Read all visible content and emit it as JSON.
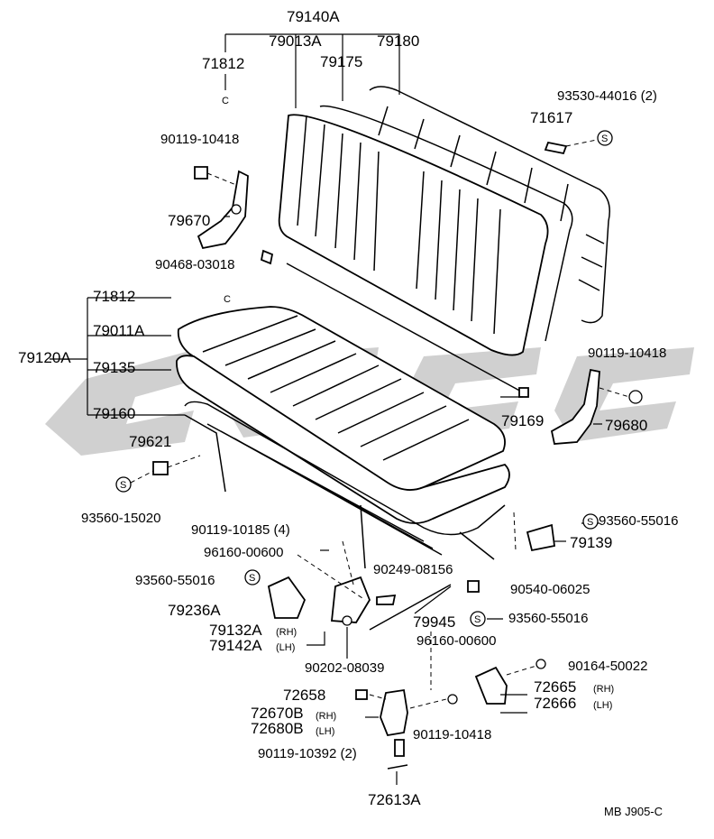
{
  "labels": {
    "p79140A": "79140A",
    "p79013A": "79013A",
    "p79180": "79180",
    "p71812_top": "71812",
    "p79175": "79175",
    "p93530": "93530-44016 (2)",
    "p71617": "71617",
    "p90119_10418_a": "90119-10418",
    "p79670": "79670",
    "p90468": "90468-03018",
    "p71812_mid": "71812",
    "p79011A": "79011A",
    "p79120A": "79120A",
    "p79135": "79135",
    "p79160": "79160",
    "p90119_10418_b": "90119-10418",
    "p79169": "79169",
    "p79680": "79680",
    "p79621": "79621",
    "p93560_15020": "93560-15020",
    "p90119_10185": "90119-10185 (4)",
    "p96160_a": "96160-00600",
    "p93560_55016_a": "93560-55016",
    "p79139": "79139",
    "p93560_55016_b": "93560-55016",
    "p90249": "90249-08156",
    "p90540": "90540-06025",
    "p79236A": "79236A",
    "p79945": "79945",
    "p93560_55016_c": "93560-55016",
    "p79132A": "79132A",
    "p79132A_rh": "(RH)",
    "p79142A": "79142A",
    "p79142A_lh": "(LH)",
    "p96160_b": "96160-00600",
    "p90202": "90202-08039",
    "p90164": "90164-50022",
    "p72658": "72658",
    "p72665": "72665",
    "p72665_rh": "(RH)",
    "p72666": "72666",
    "p72666_lh": "(LH)",
    "p72670B": "72670B",
    "p72670B_rh": "(RH)",
    "p72680B": "72680B",
    "p72680B_lh": "(LH)",
    "p90119_10418_c": "90119-10418",
    "p90119_10392": "90119-10392 (2)",
    "p72613A": "72613A",
    "clip_c_top": "C",
    "clip_c_mid": "C",
    "s_mark": "S"
  },
  "footer": "MB  J905-C",
  "colors": {
    "ink": "#000000",
    "watermark": "#c8c8c8",
    "paper": "#ffffff"
  }
}
